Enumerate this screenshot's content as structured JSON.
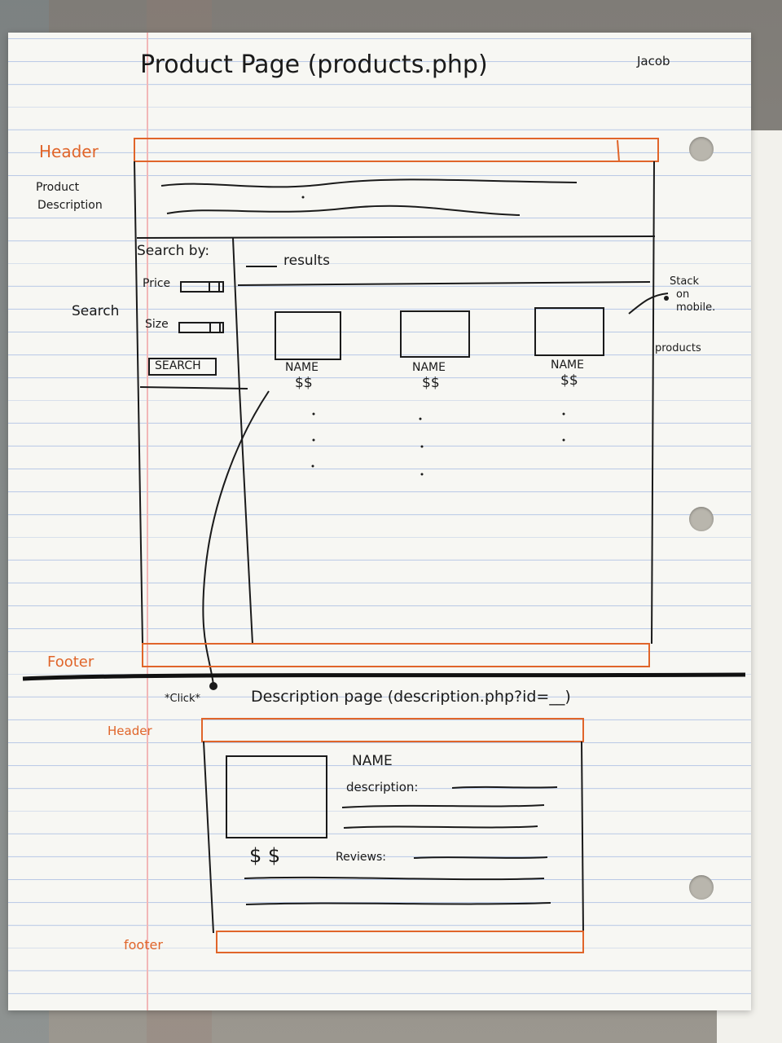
{
  "page": {
    "title": "Product Page (products.php)",
    "author": "Jacob",
    "annotations": {
      "header": "Header",
      "product_description": [
        "Product",
        "Description"
      ],
      "search": "Search",
      "stack_on_mobile": [
        "Stack",
        "on",
        "mobile."
      ],
      "products": "products",
      "footer": "Footer"
    },
    "search_panel": {
      "heading": "Search by:",
      "price_label": "Price",
      "size_label": "Size",
      "button": "SEARCH"
    },
    "results_label": "results",
    "product_cards": [
      {
        "name": "NAME",
        "price": "$$"
      },
      {
        "name": "NAME",
        "price": "$$"
      },
      {
        "name": "NAME",
        "price": "$$"
      }
    ]
  },
  "description_page": {
    "click_note": "*Click*",
    "title": "Description page (description.php?id=__)",
    "header_label": "Header",
    "footer_label": "footer",
    "name": "NAME",
    "description_label": "description:",
    "price": "$ $",
    "reviews_label": "Reviews:"
  },
  "colors": {
    "ink": "#1a1a1a",
    "orange": "#e0652a"
  }
}
